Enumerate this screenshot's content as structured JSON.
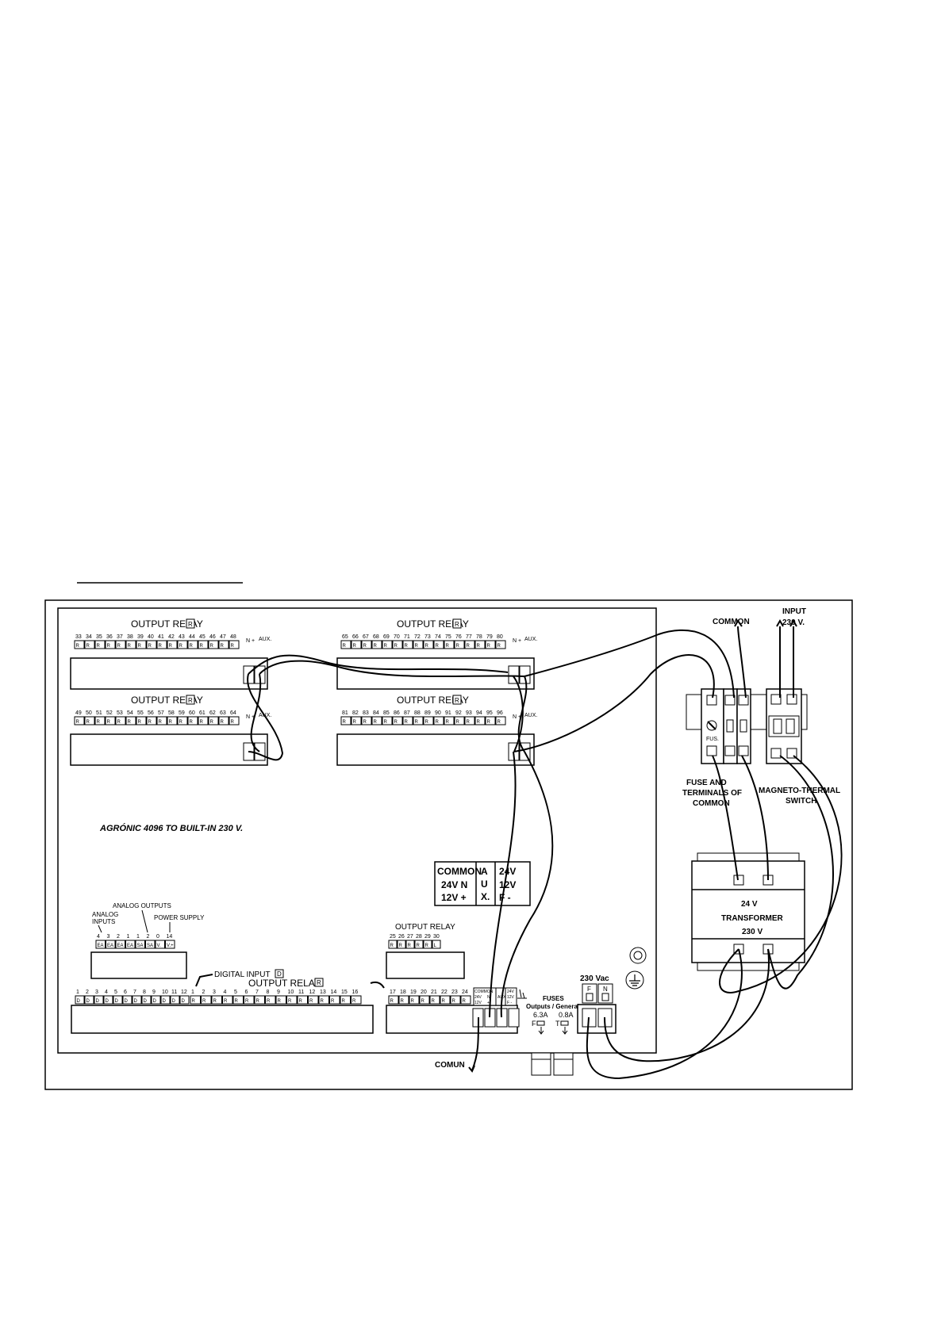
{
  "labels": {
    "output_relay": "OUTPUT RELAY",
    "relay_badge": "R",
    "digital_badge": "D",
    "n_plus": "N +",
    "aux": "AUX.",
    "common": "COMMON",
    "input_l1": "INPUT",
    "input_l2": "230 V.",
    "fus": "FUS.",
    "fuse_terms_l1": "FUSE AND",
    "fuse_terms_l2": "TERMINALS  OF",
    "fuse_terms_l3": "COMMON",
    "magneto_l1": "MAGNETO-THERMAL",
    "magneto_l2": "SWITCH",
    "transformer_l1": "24 V",
    "transformer_l2": "TRANSFORMER",
    "transformer_l3": "230 V",
    "agronic": "AGRÓNIC 4096 TO BUILT-IN 230 V.",
    "common_table": {
      "col1_r1": "COMMON",
      "col1_r2": "24V  N",
      "col1_r3": "12V  +",
      "col2": "A U X.",
      "col3_r1": "24V",
      "col3_r2": "12V",
      "col3_r3": "F  -"
    },
    "analog_outputs": "ANALOG OUTPUTS",
    "analog_inputs_l1": "ANALOG",
    "analog_inputs_l2": "INPUTS",
    "power_supply": "POWER SUPPLY",
    "digital_input": "DIGITAL INPUT",
    "output_relay_partial": "OUTPUT RELAY",
    "fuses_l1": "FUSES",
    "fuses_l2": "Outputs / General",
    "fuse_f": "6.3A",
    "fuse_f_sym": "F",
    "fuse_t": "0.8A",
    "fuse_t_sym": "T",
    "vac": "230 Vac",
    "f_label": "F",
    "n_label": "N",
    "comun": "COMUN"
  },
  "blocks": {
    "b1": {
      "title": "OUTPUT RELAY",
      "terminals": [
        "33",
        "34",
        "35",
        "36",
        "37",
        "38",
        "39",
        "40",
        "41",
        "42",
        "43",
        "44",
        "45",
        "46",
        "47",
        "48"
      ]
    },
    "b2": {
      "title": "OUTPUT RELAY",
      "terminals": [
        "65",
        "66",
        "67",
        "68",
        "69",
        "70",
        "71",
        "72",
        "73",
        "74",
        "75",
        "76",
        "77",
        "78",
        "79",
        "80"
      ]
    },
    "b3": {
      "title": "OUTPUT RELAY",
      "terminals": [
        "49",
        "50",
        "51",
        "52",
        "53",
        "54",
        "55",
        "56",
        "57",
        "58",
        "59",
        "60",
        "61",
        "62",
        "63",
        "64"
      ]
    },
    "b4": {
      "title": "OUTPUT RELAY",
      "terminals": [
        "81",
        "82",
        "83",
        "84",
        "85",
        "86",
        "87",
        "88",
        "89",
        "90",
        "91",
        "92",
        "93",
        "94",
        "95",
        "96"
      ]
    }
  },
  "analog_block": {
    "numbers": [
      "4",
      "3",
      "2",
      "1",
      "1",
      "2",
      "0",
      "14"
    ],
    "codes": [
      "EA",
      "EA",
      "EA",
      "EA",
      "SA",
      "SA",
      "V.",
      "V.+"
    ]
  },
  "digital_block": {
    "numbers": [
      "1",
      "2",
      "3",
      "4",
      "5",
      "6",
      "7",
      "8",
      "9",
      "10",
      "11",
      "12"
    ],
    "codes": [
      "D",
      "D",
      "D",
      "D",
      "D",
      "D",
      "D",
      "D",
      "D",
      "D",
      "D",
      "D"
    ]
  },
  "relay_low_block": {
    "numbers": [
      "1",
      "2",
      "3",
      "4",
      "5",
      "6",
      "7",
      "8",
      "9",
      "10",
      "11",
      "12",
      "13",
      "14",
      "15",
      "16"
    ],
    "codes": [
      "R",
      "R",
      "R",
      "R",
      "R",
      "R",
      "R",
      "R",
      "R",
      "R",
      "R",
      "R",
      "R",
      "R",
      "R",
      "R"
    ]
  },
  "relay_mid_block": {
    "numbers": [
      "17",
      "18",
      "19",
      "20",
      "21",
      "22",
      "23",
      "24"
    ],
    "codes": [
      "R",
      "R",
      "R",
      "R",
      "R",
      "R",
      "R",
      "R"
    ]
  },
  "relay_top_mid": {
    "numbers": [
      "25",
      "26",
      "27",
      "28",
      "29",
      "30"
    ],
    "codes": [
      "R",
      "R",
      "R",
      "R",
      "R",
      "L"
    ]
  },
  "small_common": {
    "col1": [
      "COMMON",
      "24V",
      "12V"
    ],
    "col2": [
      "N",
      "+"
    ],
    "aux": "AUX",
    "col3": [
      "24V",
      "12V",
      "F -"
    ]
  }
}
